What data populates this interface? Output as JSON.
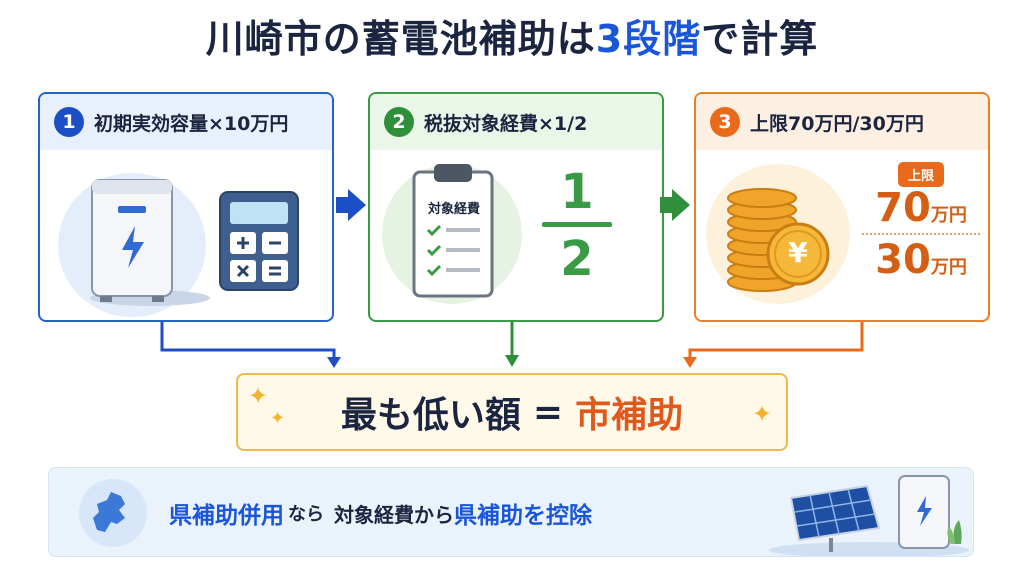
{
  "title": {
    "main": "川崎市の蓄電池補助は",
    "highlight": "3段階",
    "tail": "で計算"
  },
  "steps": [
    {
      "number": "1",
      "label": "初期実効容量×10万円"
    },
    {
      "number": "2",
      "label": "税抜対象経費×1/2",
      "document_title": "対象経費",
      "fraction_numerator": "1",
      "fraction_denominator": "2"
    },
    {
      "number": "3",
      "label": "上限70万円/30万円",
      "limit_badge": "上限",
      "limit_high": "70",
      "limit_low": "30",
      "unit": "万円",
      "coin_symbol": "¥"
    }
  ],
  "result": {
    "left": "最も低い額",
    "equals": "=",
    "right": "市補助"
  },
  "note": {
    "part1": "県補助併用",
    "part2": "なら",
    "part3": "対象経費から",
    "part4": "県補助を控除"
  },
  "colors": {
    "blue": "#1a56d9",
    "green": "#3b9a45",
    "orange": "#ea6a1c",
    "gold": "#f1b84a"
  },
  "icons": [
    "battery-icon",
    "calculator-icon",
    "clipboard-icon",
    "coins-icon",
    "sparkle-icon",
    "prefecture-map-icon",
    "solar-panel-icon"
  ]
}
